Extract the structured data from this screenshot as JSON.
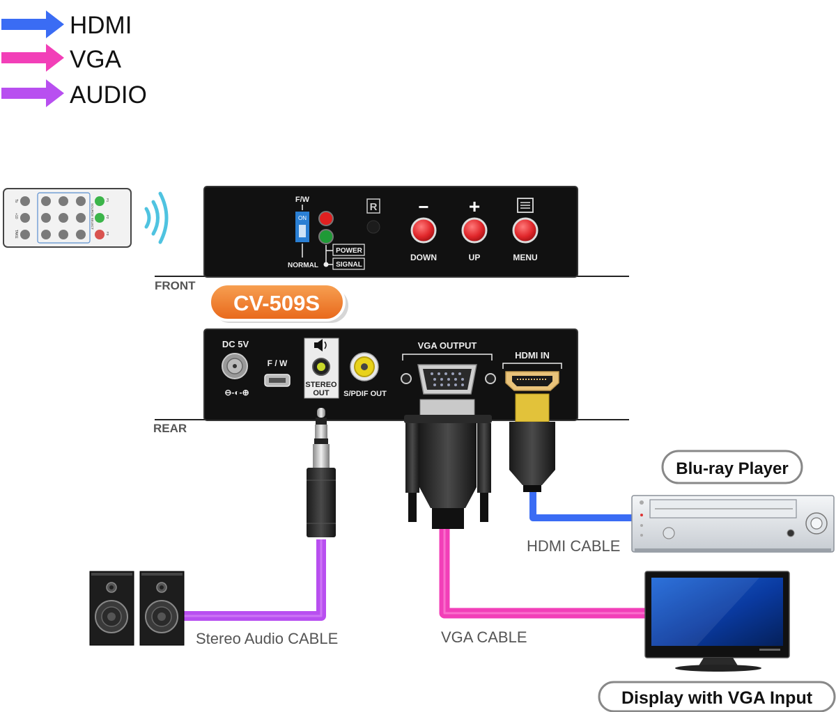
{
  "legend": [
    {
      "label": "HDMI",
      "color": "#3a6cf4"
    },
    {
      "label": "VGA",
      "color": "#f23fb8"
    },
    {
      "label": "AUDIO",
      "color": "#b84ff0"
    }
  ],
  "remote": {
    "side_labels": [
      "To",
      "+10",
      "TAKE"
    ],
    "mid_label": "SOURCE SELECT",
    "key_labels": [
      "F1",
      "F2",
      "F3"
    ],
    "led_colors": [
      "#3cb54a",
      "#3cb54a",
      "#d9534f"
    ]
  },
  "device_model": "CV-509S",
  "front_panel": {
    "section_label": "FRONT",
    "fw_label": "F/W",
    "switch_on": "ON",
    "switch_normal": "NORMAL",
    "power_label": "POWER",
    "signal_label": "SIGNAL",
    "ir_label": "R",
    "down_symbol": "−",
    "up_symbol": "+",
    "down_label": "DOWN",
    "up_label": "UP",
    "menu_label": "MENU"
  },
  "rear_panel": {
    "section_label": "REAR",
    "dc_label": "DC 5V",
    "polarity_label": "⊖-◐-⊕",
    "fw_label": "F / W",
    "stereo_label_1": "STEREO",
    "stereo_label_2": "OUT",
    "spdif_label": "S/PDIF OUT",
    "vga_label": "VGA OUTPUT",
    "hdmi_label": "HDMI IN"
  },
  "cables": {
    "audio": "Stereo Audio CABLE",
    "vga": "VGA CABLE",
    "hdmi": "HDMI CABLE"
  },
  "devices": {
    "bluray": "Blu-ray Player",
    "display": "Display with VGA Input"
  }
}
